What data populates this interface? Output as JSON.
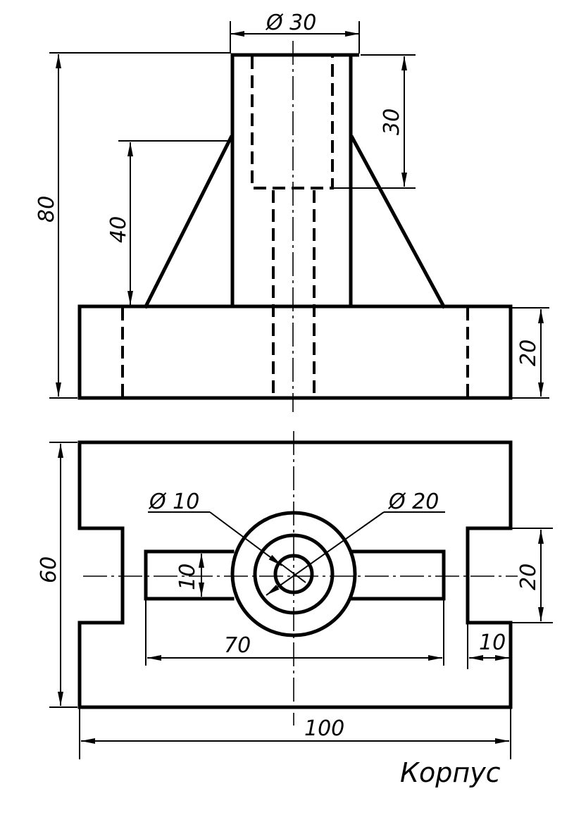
{
  "title": "Корпус",
  "dimensions": {
    "top_diameter": "Ø 30",
    "bore_depth": "30",
    "overall_height": "80",
    "rib_height": "40",
    "base_thickness": "20",
    "plan_depth": "60",
    "small_hole": "Ø 10",
    "boss_diameter": "Ø 20",
    "slot_width": "10",
    "notch_width": "20",
    "slot_length": "70",
    "notch_depth": "10",
    "overall_width": "100"
  }
}
